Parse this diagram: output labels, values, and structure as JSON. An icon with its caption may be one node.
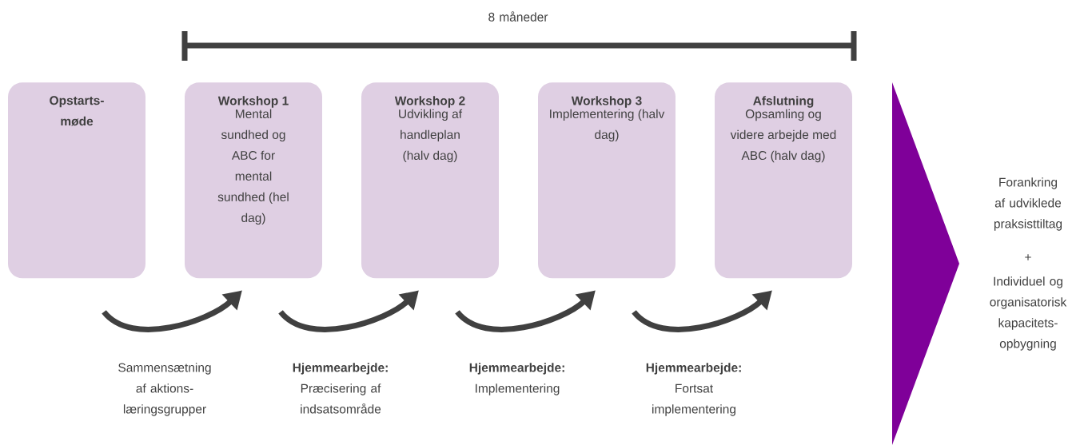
{
  "diagram": {
    "nodes": [
      {
        "text": [
          "Opstarts- møde"
        ]
      },
      {
        "text": [
          "Workshop 1",
          "Mental sundhed og ABC for mental sundhed (hel dag)"
        ]
      },
      {
        "text": [
          "Workshop 2",
          "Udvikling af handleplan (halv dag)"
        ]
      },
      {
        "text": [
          "Workshop 3",
          "Implementering (halv dag)"
        ]
      },
      {
        "text": [
          "Afslutning",
          "Opsamling og videre arbejde med ABC (halv dag)"
        ]
      }
    ],
    "edges": [
      {
        "from": 0,
        "to": 1,
        "arrow": "to"
      },
      {
        "from": 1,
        "to": 2,
        "arrow": "to"
      },
      {
        "from": 2,
        "to": 3,
        "arrow": "to"
      },
      {
        "from": 3,
        "to": 4,
        "arrow": "to"
      }
    ],
    "labels": [
      "8 måneder",
      "Forankring af udviklede praksisttiltag",
      "+",
      "Individuel og organisatorisk kapacitets- opbygning",
      "Sammensætning af aktions- læringsgrupper",
      "**Hjemmearbejde:** Præcisering af indsatsområde",
      "**Hjemmearbejde:** Implementering",
      "**Hjemmearbejde:** Fortsat implementering"
    ]
  }
}
